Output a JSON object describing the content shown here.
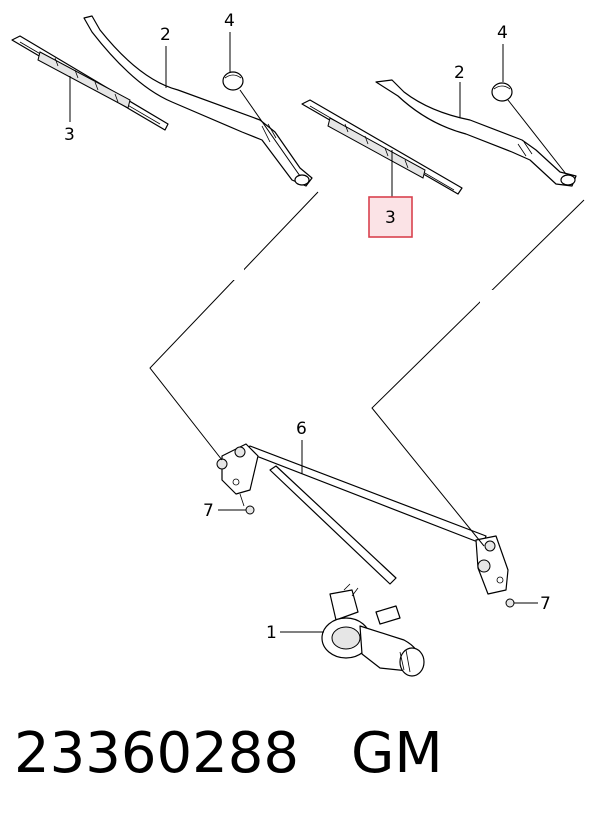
{
  "callouts": {
    "c1": "1",
    "c2_left": "2",
    "c2_right": "2",
    "c3_left": "3",
    "c3_right_highlight": "3",
    "c4_left": "4",
    "c4_right": "4",
    "c6": "6",
    "c7_left": "7",
    "c7_right": "7"
  },
  "caption": {
    "part_number": "23360288",
    "brand": "GM"
  },
  "colors": {
    "highlight_border": "#d9414e",
    "highlight_fill": "#fbe3e6"
  }
}
